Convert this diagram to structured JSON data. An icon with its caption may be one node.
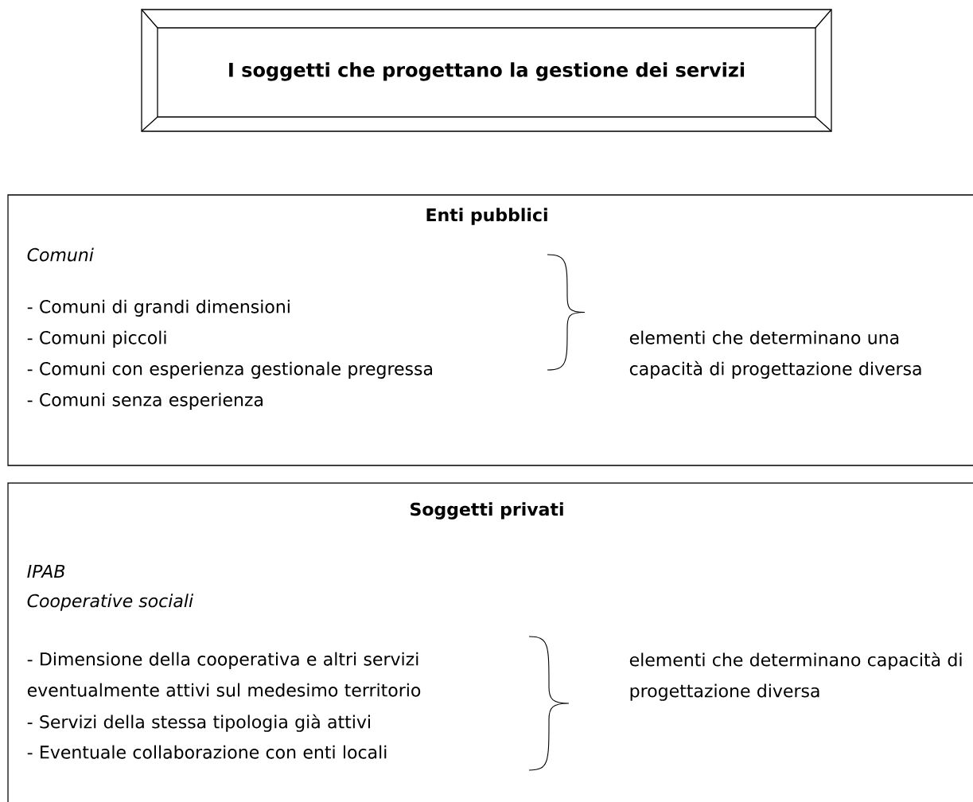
{
  "diagram": {
    "nodes": [
      {
        "text": [
          "I soggetti che progettano la  gestione dei servizi"
        ]
      },
      {
        "text": [
          "Enti pubblici",
          "Comuni",
          "- Comuni di grandi dimensioni",
          "- Comuni piccoli",
          "- Comuni con esperienza gestionale pregressa",
          "- Comuni senza esperienza",
          "elementi che determinano una capacità di progettazione diversa"
        ]
      },
      {
        "text": [
          "Soggetti privati",
          "IPAB",
          "Cooperative sociali",
          "- Dimensione della cooperativa e altri servizi eventualmente attivi sul medesimo territorio",
          "- Servizi della stessa tipologia già attivi",
          "- Eventuale collaborazione con enti locali",
          "elementi che determinano capacità di progettazione diversa"
        ]
      }
    ]
  }
}
